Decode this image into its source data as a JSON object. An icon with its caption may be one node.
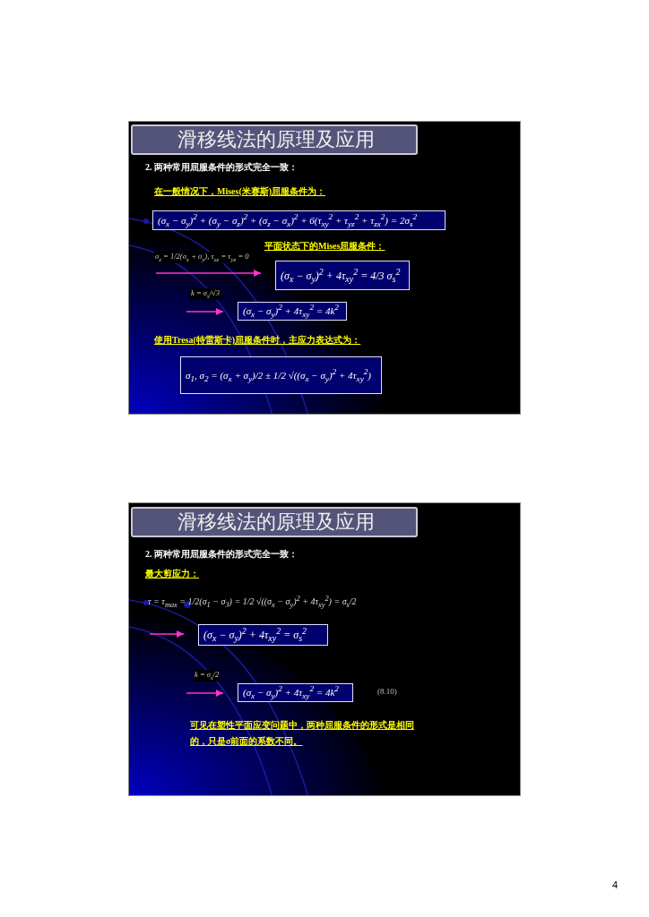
{
  "diagram": {
    "nodes": [
      {
        "text": [
          "滑移线法的原理及应用"
        ]
      },
      {
        "text": [
          "(σ$_{x}$ − σ$_{y}$)$^{2}$ + (σ$_{y}$ − σ$_{z}$)$^{2}$ + (σ$_{z}$ − σ$_{x}$)$^{2}$ + 6(τ$_{xy}$$^{2}$ + τ$_{yz}$$^{2}$ + τ$_{zx}$$^{2}$) = 2σ$_{s}$$^{2}$"
        ]
      },
      {
        "text": [
          "(σ$_{x}$ − σ$_{y}$)$^{2}$ + 4τ$_{xy}$$^{2}$ = 4/3 σ$_{s}$$^{2}$"
        ]
      },
      {
        "text": [
          "(σ$_{x}$ − σ$_{y}$)$^{2}$ + 4τ$_{xy}$$^{2}$ = 4k$^{2}$"
        ]
      },
      {
        "text": [
          "σ$_{1}$, σ$_{2}$ = (σ$_{x}$ + σ$_{y}$)/2 ± 1/2 √((σ$_{x}$ − σ$_{y}$)$^{2}$ + 4τ$_{xy}$$^{2}$)"
        ]
      },
      {
        "text": [
          "滑移线法的原理及应用"
        ]
      },
      {
        "text": [
          "(σ$_{x}$ − σ$_{y}$)$^{2}$ + 4τ$_{xy}$$^{2}$ = σ$_{s}$$^{2}$"
        ]
      },
      {
        "text": [
          "(σ$_{x}$ − σ$_{y}$)$^{2}$ + 4τ$_{xy}$$^{2}$ = 4k$^{2}$"
        ],
        "beside": [
          "(8.10)"
        ]
      }
    ],
    "edges": [
      {
        "from": null,
        "to": 2,
        "arrow": "to",
        "label": "σ$_{z}$ = 1/2(σ$_{x}$ + σ$_{y}$), τ$_{xz}$ = τ$_{yz}$ = 0"
      },
      {
        "from": null,
        "to": 3,
        "arrow": "to",
        "label": "k = σ$_{s}$/√3"
      },
      {
        "from": null,
        "to": 6,
        "arrow": "to"
      },
      {
        "from": null,
        "to": 7,
        "arrow": "to",
        "label": "k = σ$_{s}$/2"
      }
    ],
    "labels": [
      "2. 两种常用屈服条件的形式完全一致：",
      "在一般情况下，Mises(米赛斯)屈服条件为：",
      "平面状态下的Mises屈服条件：",
      "使用Tresa(特雷斯卡)屈服条件时，主应力表达式为：",
      "2. 两种常用屈服条件的形式完全一致：",
      "最大剪应力：",
      "τ = τ$_{max}$ = 1/2(σ$_{1}$ − σ$_{3}$) = 1/2 √((σ$_{x}$ − σ$_{y}$)$^{2}$ + 4τ$_{xy}$$^{2}$) = σ$_{s}$/2",
      "可见在塑性平面应变问题中，两种屈服条件的形式是相同的，只是σ前面的系数不同。",
      "4"
    ]
  }
}
